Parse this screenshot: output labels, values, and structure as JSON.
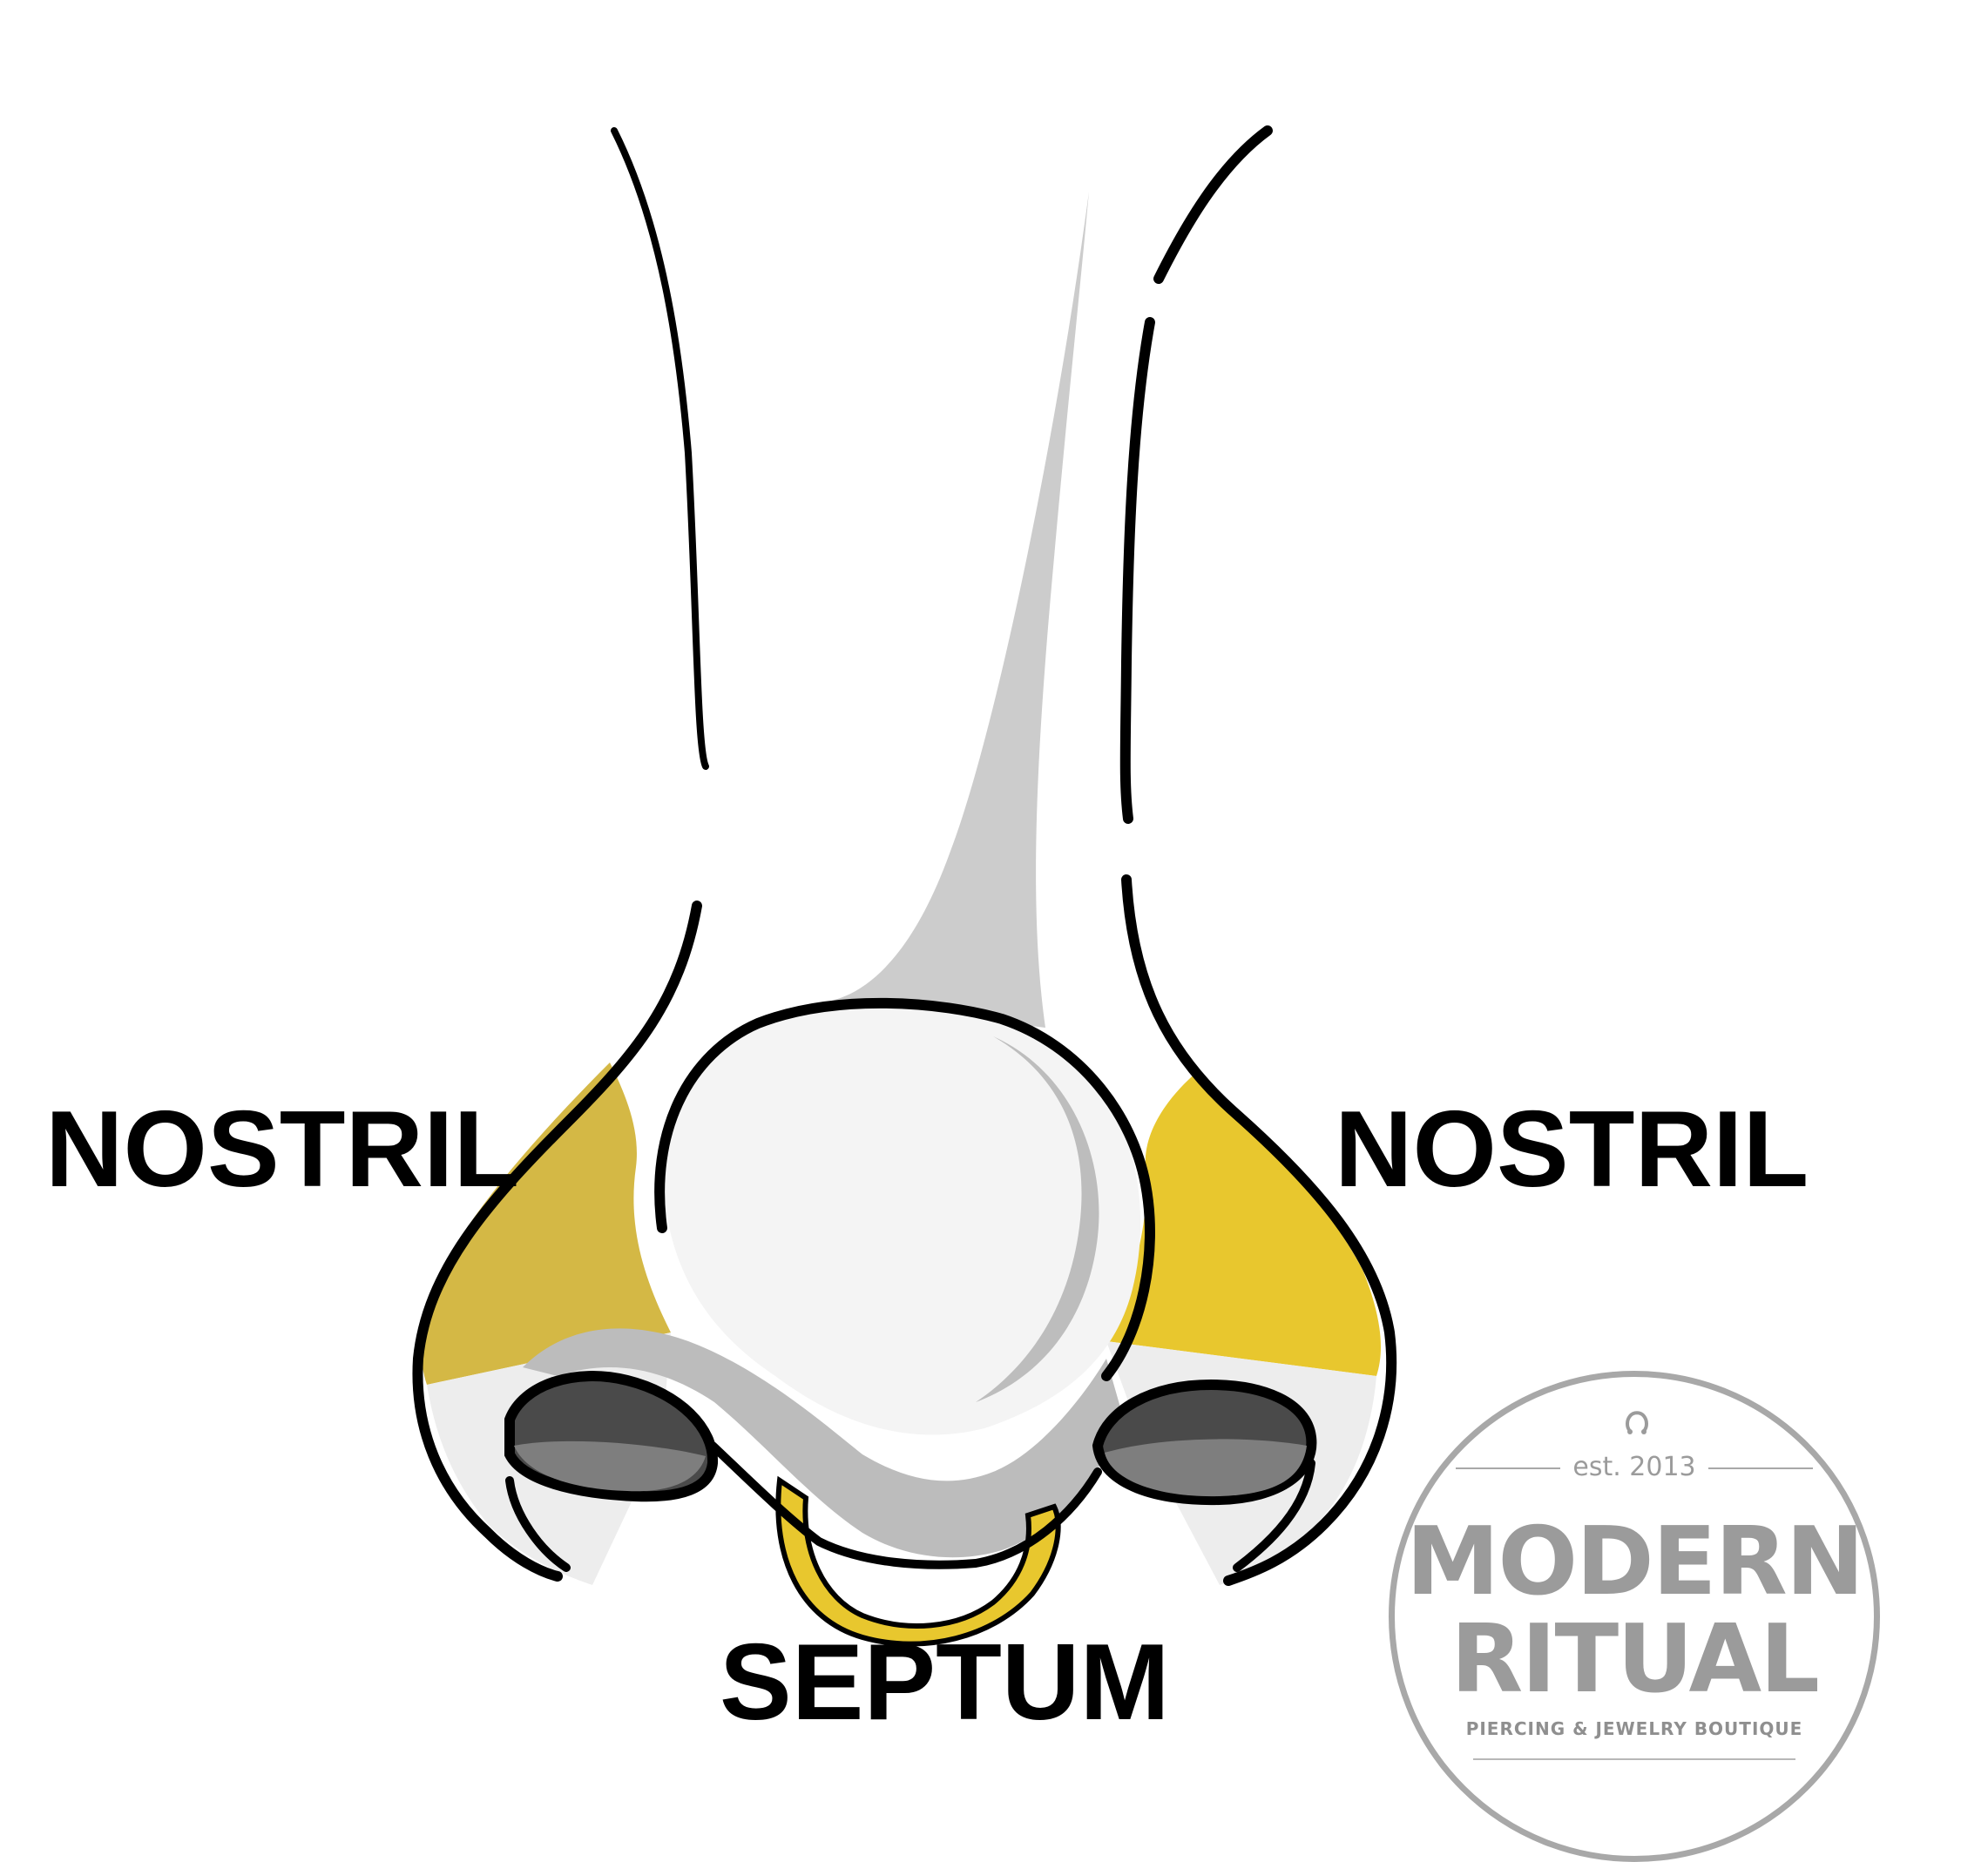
{
  "labels": {
    "left_nostril": "NOSTRIL",
    "right_nostril": "NOSTRIL",
    "septum": "SEPTUM"
  },
  "logo": {
    "est": "est. 2013",
    "brand_line1": "MODERN",
    "brand_line2": "RITUAL",
    "tagline": "PIERCING & JEWELRY BOUTIQUE",
    "icon": "horseshoe-ring-icon"
  },
  "colors": {
    "outline": "#000000",
    "nose_light": "#ececec",
    "nose_shadow": "#c9c9c9",
    "nostril_fill": "#4a4a4a",
    "nostril_highlight": "#7e7e7e",
    "nostril_zone_left": "#d4b845",
    "nostril_zone_right": "#e8c72e",
    "septum_ring": "#e8c72e",
    "logo_gray": "#9b9b9b"
  }
}
